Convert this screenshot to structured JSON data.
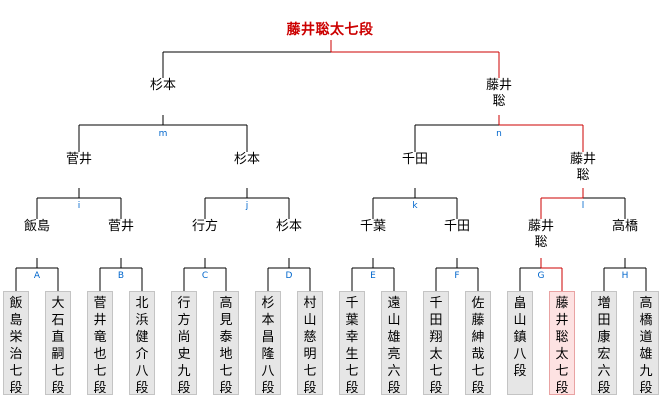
{
  "champion": "藤井聡太七段",
  "players": [
    {
      "name": "飯島栄治七段",
      "winner": false
    },
    {
      "name": "大石直嗣七段",
      "winner": false
    },
    {
      "name": "菅井竜也七段",
      "winner": false
    },
    {
      "name": "北浜健介八段",
      "winner": false
    },
    {
      "name": "行方尚史九段",
      "winner": false
    },
    {
      "name": "高見泰地七段",
      "winner": false
    },
    {
      "name": "杉本昌隆八段",
      "winner": false
    },
    {
      "name": "村山慈明七段",
      "winner": false
    },
    {
      "name": "千葉幸生七段",
      "winner": false
    },
    {
      "name": "遠山雄亮六段",
      "winner": false
    },
    {
      "name": "千田翔太七段",
      "winner": false
    },
    {
      "name": "佐藤紳哉七段",
      "winner": false
    },
    {
      "name": "畠山　鎮八段",
      "winner": false
    },
    {
      "name": "藤井聡太七段",
      "winner": true
    },
    {
      "name": "増田康宏六段",
      "winner": false
    },
    {
      "name": "高橋道雄九段",
      "winner": false
    }
  ],
  "round1_labels": [
    "A",
    "B",
    "C",
    "D",
    "E",
    "F",
    "G",
    "H"
  ],
  "round1_winners": [
    "飯島",
    "菅井",
    "行方",
    "杉本",
    "千葉",
    "千田",
    "藤井聡",
    "高橋"
  ],
  "round2_labels": [
    "i",
    "j",
    "k",
    "l"
  ],
  "round2_winners": [
    "菅井",
    "杉本",
    "千田",
    "藤井聡"
  ],
  "round3_labels": [
    "m",
    "n"
  ],
  "round3_winners": [
    "杉本",
    "藤井聡"
  ],
  "colors": {
    "line": "#000000",
    "win_line": "#cc0000",
    "label": "#0066cc",
    "champion": "#cc0000"
  }
}
